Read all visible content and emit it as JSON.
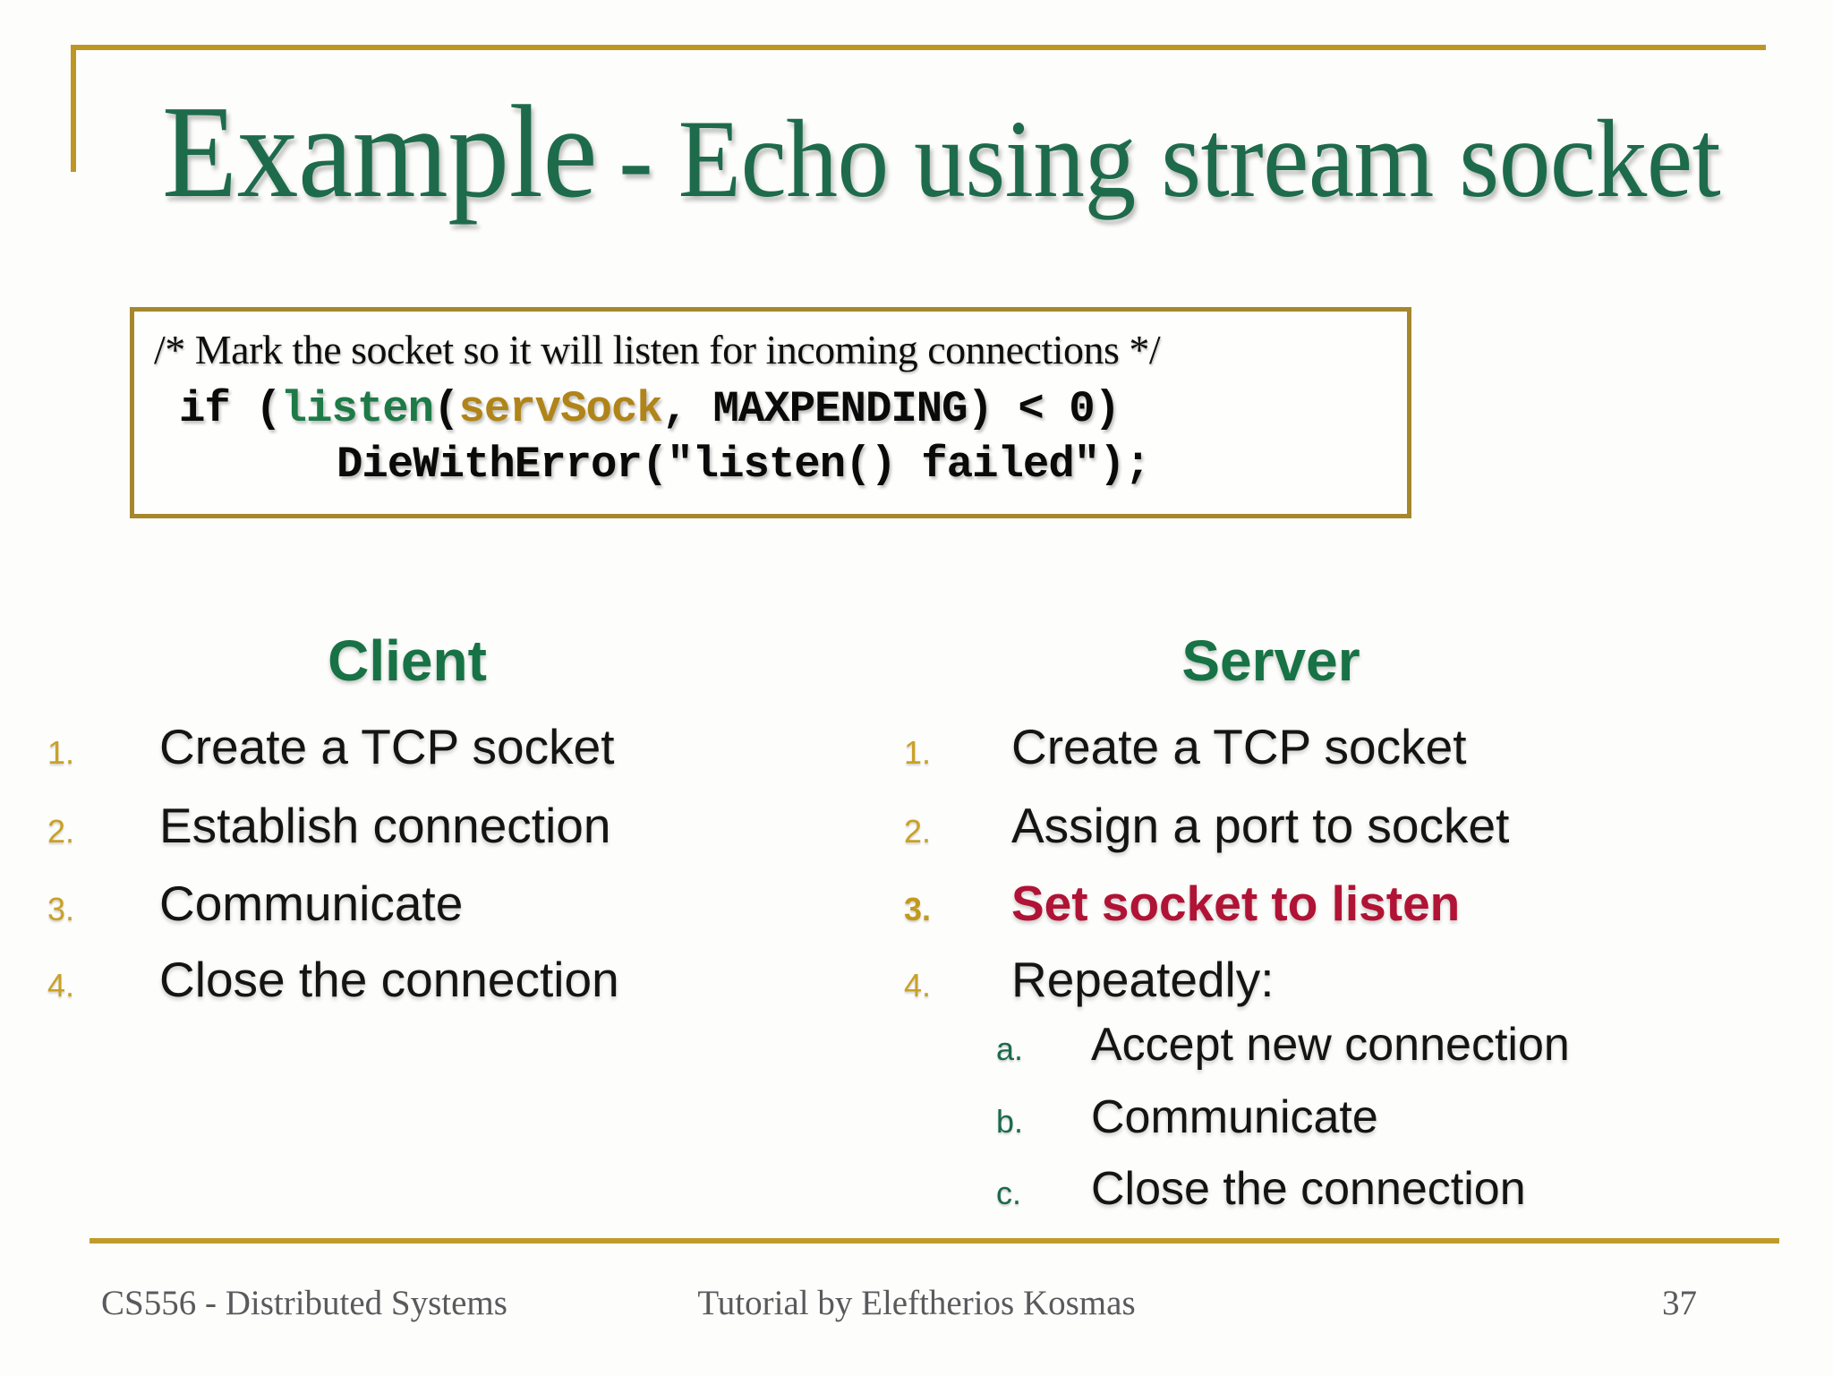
{
  "slide": {
    "title": {
      "part1": "Example",
      "part2": "- Echo using stream socket"
    },
    "code_box": {
      "comment": "/* Mark the socket so it will listen for incoming connections */",
      "if_line": {
        "pre": "if (",
        "keyword": "listen",
        "open_paren": "(",
        "identifier": "servSock",
        "post": ", MAXPENDING) < 0)"
      },
      "second_line": "DieWithError(\"listen() failed\");"
    },
    "client": {
      "header": "Client",
      "items": [
        {
          "marker": "1.",
          "label": "Create a TCP socket"
        },
        {
          "marker": "2.",
          "label": "Establish connection"
        },
        {
          "marker": "3.",
          "label": "Communicate"
        },
        {
          "marker": "4.",
          "label": "Close the connection"
        }
      ]
    },
    "server": {
      "header": "Server",
      "items": [
        {
          "marker": "1.",
          "label": "Create a TCP socket",
          "emphasis": false
        },
        {
          "marker": "2.",
          "label": "Assign a port to socket",
          "emphasis": false
        },
        {
          "marker": "3.",
          "label": "Set socket to listen",
          "emphasis": true
        },
        {
          "marker": "4.",
          "label": "Repeatedly:",
          "emphasis": false
        }
      ],
      "subitems": [
        {
          "marker": "a.",
          "label": "Accept new connection"
        },
        {
          "marker": "b.",
          "label": "Communicate"
        },
        {
          "marker": "c.",
          "label": "Close the connection"
        }
      ]
    },
    "footer": {
      "left": "CS556 - Distributed Systems",
      "center": "Tutorial by Eleftherios Kosmas",
      "page": "37"
    },
    "colors": {
      "title_green": "#1E6B4C",
      "header_green": "#177245",
      "keyword_green": "#1E7A47",
      "identifier_gold": "#B08418",
      "marker_gold": "#C9A127",
      "rule_gold": "#BD9726",
      "code_border_gold": "#A6872C",
      "emphasis_crimson": "#B01335",
      "footer_gray": "#5A5A5E"
    }
  }
}
